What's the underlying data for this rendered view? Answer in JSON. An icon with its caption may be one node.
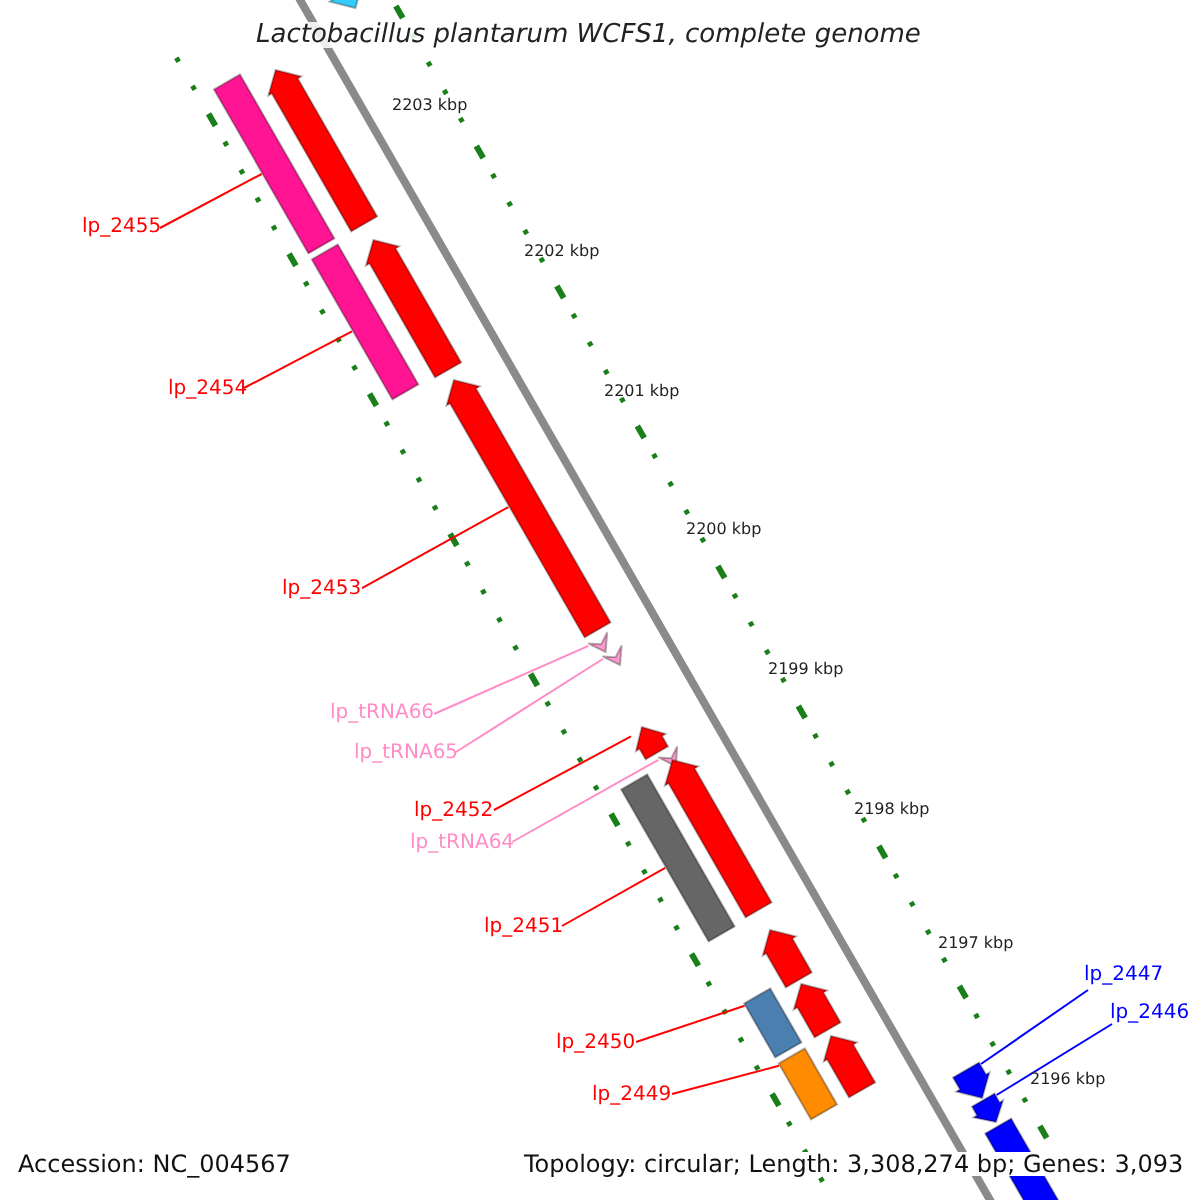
{
  "diagram": {
    "title": "Lactobacillus plantarum WCFS1, complete genome",
    "nodes": [
      {
        "text": [
          "lp_2455"
        ]
      },
      {
        "text": [
          "lp_2454"
        ]
      },
      {
        "text": [
          "lp_2453"
        ]
      },
      {
        "text": [
          "lp_tRNA66"
        ]
      },
      {
        "text": [
          "lp_tRNA65"
        ]
      },
      {
        "text": [
          "lp_2452"
        ]
      },
      {
        "text": [
          "lp_tRNA64"
        ]
      },
      {
        "text": [
          "lp_2451"
        ]
      },
      {
        "text": [
          "lp_2447"
        ]
      },
      {
        "text": [
          "lp_2446"
        ]
      },
      {
        "text": [
          "lp_2450"
        ]
      },
      {
        "text": [
          "lp_2449"
        ]
      },
      {
        "text": [],
        "shape": "arrow"
      },
      {
        "text": [],
        "shape": "bar"
      },
      {
        "text": [],
        "shape": "arrow"
      },
      {
        "text": [],
        "shape": "bar"
      },
      {
        "text": [],
        "shape": "arrow"
      },
      {
        "text": [],
        "shape": "arrow"
      },
      {
        "text": [],
        "shape": "chevron"
      },
      {
        "text": [],
        "shape": "chevron"
      },
      {
        "text": [],
        "shape": "arrow"
      },
      {
        "text": [],
        "shape": "chevron"
      },
      {
        "text": [],
        "shape": "bar"
      },
      {
        "text": [],
        "shape": "arrow"
      },
      {
        "text": [],
        "shape": "arrow"
      },
      {
        "text": [],
        "shape": "bar"
      },
      {
        "text": [],
        "shape": "arrow"
      },
      {
        "text": [],
        "shape": "bar"
      },
      {
        "text": [],
        "shape": "arrow"
      },
      {
        "text": [],
        "shape": "arrow"
      },
      {
        "text": [],
        "shape": "arrow"
      },
      {
        "text": [],
        "shape": "bar"
      }
    ],
    "edges": [
      {
        "from": 0,
        "to": 13,
        "arrow": "none"
      },
      {
        "from": 1,
        "to": 15,
        "arrow": "none"
      },
      {
        "from": 2,
        "to": 17,
        "arrow": "none"
      },
      {
        "from": 3,
        "to": 18,
        "arrow": "none",
        "color": "#ff8cc6"
      },
      {
        "from": 4,
        "to": 19,
        "arrow": "none",
        "color": "#ff8cc6"
      },
      {
        "from": 5,
        "to": 20,
        "arrow": "none"
      },
      {
        "from": 6,
        "to": 21,
        "arrow": "none",
        "color": "#ff8cc6"
      },
      {
        "from": 7,
        "to": 22,
        "arrow": "none"
      },
      {
        "from": 8,
        "to": 29,
        "arrow": "none",
        "color": "#0000ff"
      },
      {
        "from": 9,
        "to": 30,
        "arrow": "none",
        "color": "#0000ff"
      },
      {
        "from": 10,
        "to": 25,
        "arrow": "none"
      },
      {
        "from": 11,
        "to": 27,
        "arrow": "none"
      }
    ],
    "labels": [
      "2203 kbp",
      "2202 kbp",
      "2201 kbp",
      "2200 kbp",
      "2199 kbp",
      "2198 kbp",
      "2197 kbp",
      "2196 kbp",
      "Accession: NC_004567",
      "Topology: circular; Length: 3,308,274 bp; Genes: 3,093"
    ]
  }
}
